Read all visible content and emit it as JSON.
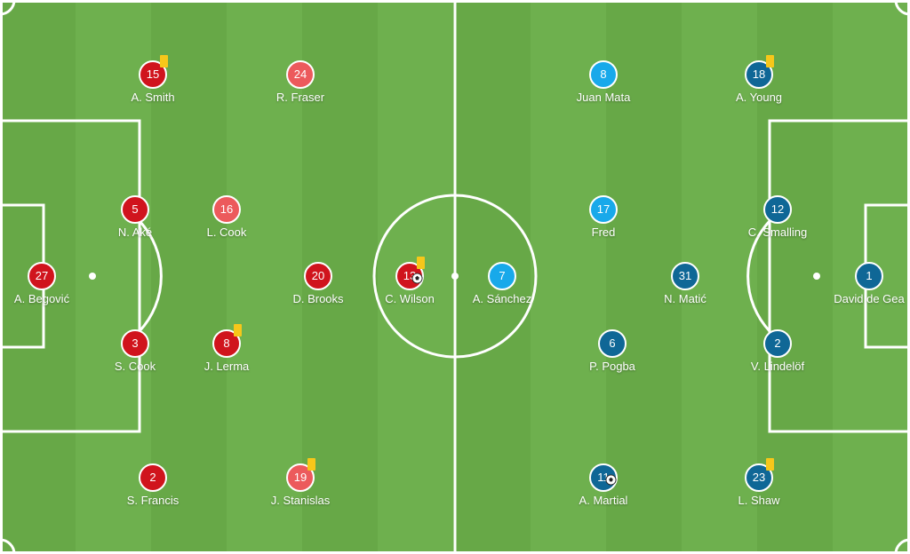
{
  "colors": {
    "home_dark": "#d0141d",
    "home_light": "#ec5a5c",
    "away_dark": "#0f6796",
    "away_light": "#18a9ea",
    "pitch": "#67a847",
    "pitch_stripe": "#6eb04e",
    "line": "#ffffff",
    "card": "#f6c71a"
  },
  "home": [
    {
      "id": "h27",
      "number": "27",
      "name": "A. Begović",
      "shade": "dark"
    },
    {
      "id": "h15",
      "number": "15",
      "name": "A. Smith",
      "shade": "dark",
      "card": "yellow"
    },
    {
      "id": "h5",
      "number": "5",
      "name": "N. Aké",
      "shade": "dark"
    },
    {
      "id": "h3",
      "number": "3",
      "name": "S. Cook",
      "shade": "dark"
    },
    {
      "id": "h2",
      "number": "2",
      "name": "S. Francis",
      "shade": "dark"
    },
    {
      "id": "h16",
      "number": "16",
      "name": "L. Cook",
      "shade": "light"
    },
    {
      "id": "h8",
      "number": "8",
      "name": "J. Lerma",
      "shade": "dark",
      "card": "yellow"
    },
    {
      "id": "h24",
      "number": "24",
      "name": "R. Fraser",
      "shade": "light"
    },
    {
      "id": "h20",
      "number": "20",
      "name": "D. Brooks",
      "shade": "dark"
    },
    {
      "id": "h19",
      "number": "19",
      "name": "J. Stanislas",
      "shade": "light",
      "card": "yellow"
    },
    {
      "id": "h13",
      "number": "13",
      "name": "C. Wilson",
      "shade": "dark",
      "card": "yellow",
      "goal": true
    }
  ],
  "away": [
    {
      "id": "a1",
      "number": "1",
      "name": "David de Gea",
      "shade": "dark"
    },
    {
      "id": "a18",
      "number": "18",
      "name": "A. Young",
      "shade": "dark",
      "card": "yellow"
    },
    {
      "id": "a12",
      "number": "12",
      "name": "C. Smalling",
      "shade": "dark"
    },
    {
      "id": "a2",
      "number": "2",
      "name": "V. Lindelöf",
      "shade": "dark"
    },
    {
      "id": "a23",
      "number": "23",
      "name": "L. Shaw",
      "shade": "dark",
      "card": "yellow"
    },
    {
      "id": "a31",
      "number": "31",
      "name": "N. Matić",
      "shade": "dark"
    },
    {
      "id": "a8",
      "number": "8",
      "name": "Juan Mata",
      "shade": "light"
    },
    {
      "id": "a17",
      "number": "17",
      "name": "Fred",
      "shade": "light"
    },
    {
      "id": "a6",
      "number": "6",
      "name": "P. Pogba",
      "shade": "dark"
    },
    {
      "id": "a11",
      "number": "11",
      "name": "A. Martial",
      "shade": "dark",
      "goal": true
    },
    {
      "id": "a7",
      "number": "7",
      "name": "A. Sánchez",
      "shade": "light"
    }
  ]
}
